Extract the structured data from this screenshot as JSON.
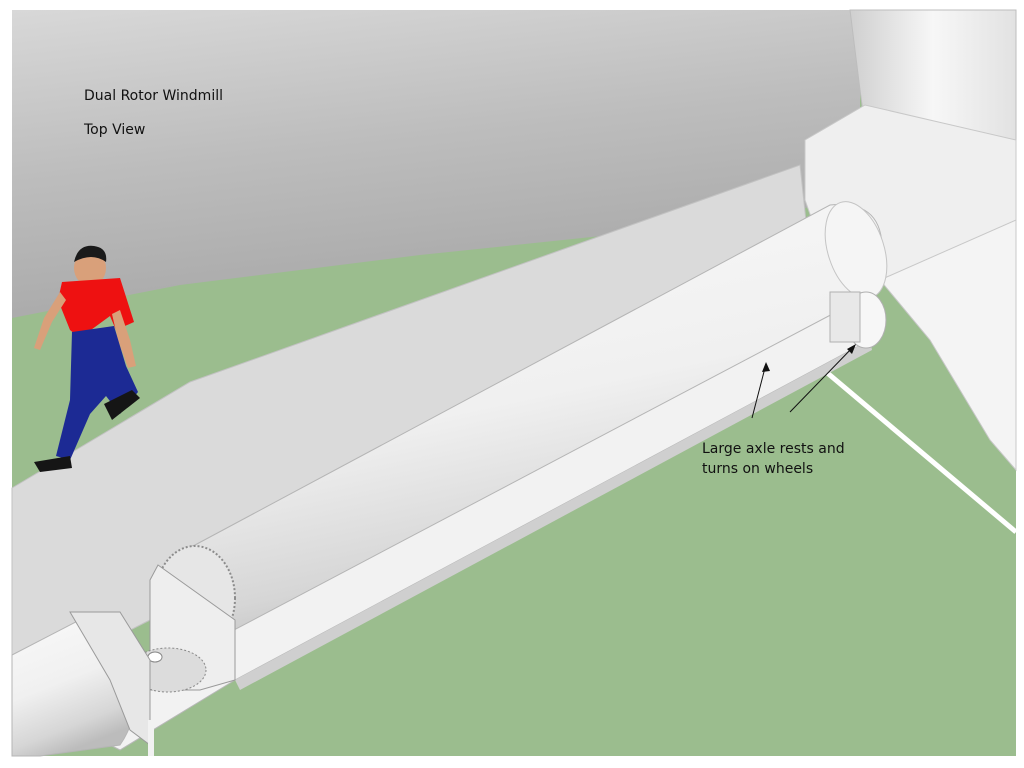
{
  "title": "Dual Rotor Windmill",
  "subtitle": "Top View",
  "annotation": {
    "line1": "Large axle rests and",
    "line2": "turns on wheels"
  },
  "colors": {
    "ground": "#9bbd8e",
    "sky_shadow": "#c4c4c4",
    "walkway": "#dadada",
    "axle": "#efefef",
    "shirt": "#ee1111",
    "pants": "#1c2a94"
  }
}
